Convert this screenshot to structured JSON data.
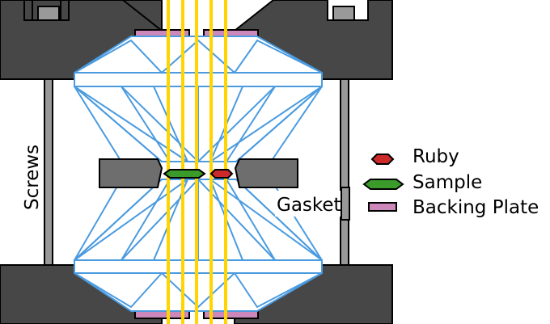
{
  "labels": {
    "screws": "Screws",
    "gasket": "Gasket"
  },
  "legend": {
    "items": [
      {
        "label": "Ruby",
        "marker": "ruby-marker",
        "color": "#cc2a2a"
      },
      {
        "label": "Sample",
        "marker": "sample-marker",
        "color": "#3a9a2a"
      },
      {
        "label": "Backing Plate",
        "marker": "backing-plate-marker",
        "color": "#cc88bb"
      }
    ]
  },
  "colors": {
    "body": "#474747",
    "gasket": "#6e6e6e",
    "window": "#999999",
    "diamond": "#4a9be0",
    "beam": "#ffd400",
    "ruby": "#cc2a2a",
    "sample": "#3a9a2a",
    "backing_plate": "#cc88bb"
  }
}
